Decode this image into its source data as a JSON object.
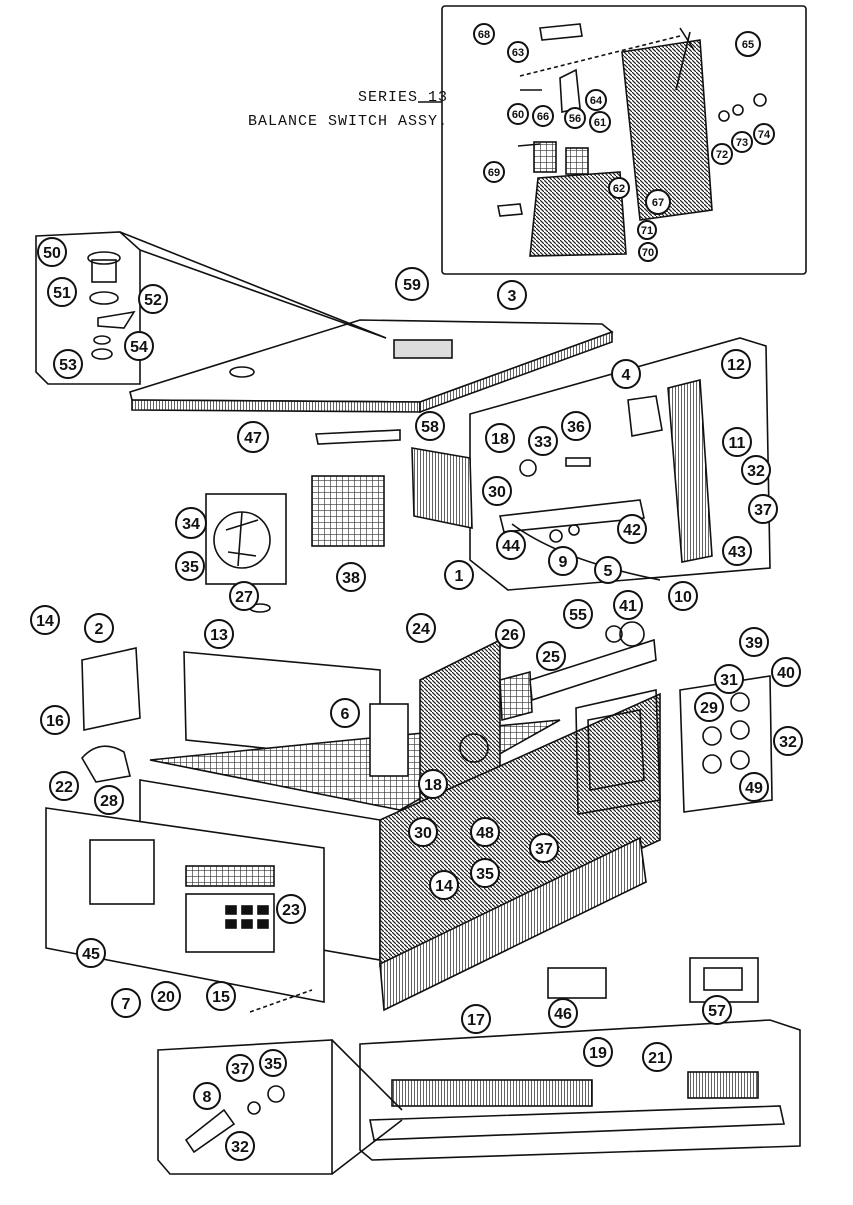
{
  "title": {
    "line1": "SERIES 13",
    "line2": "BALANCE SWITCH ASSY."
  },
  "callouts": [
    "68",
    "63",
    "65",
    "60",
    "66",
    "56",
    "61",
    "64",
    "72",
    "73",
    "74",
    "69",
    "62",
    "67",
    "71",
    "70",
    "50",
    "51",
    "52",
    "54",
    "53",
    "59",
    "3",
    "4",
    "12",
    "18",
    "33",
    "36",
    "11",
    "30",
    "32",
    "37",
    "42",
    "43",
    "44",
    "9",
    "5",
    "47",
    "58",
    "34",
    "35",
    "38",
    "27",
    "1",
    "14",
    "2",
    "13",
    "24",
    "26",
    "55",
    "41",
    "10",
    "39",
    "25",
    "40",
    "31",
    "29",
    "6",
    "16",
    "22",
    "28",
    "18",
    "32",
    "49",
    "30",
    "48",
    "37",
    "35",
    "14",
    "23",
    "45",
    "20",
    "7",
    "15",
    "17",
    "46",
    "57",
    "19",
    "21",
    "8",
    "37",
    "35",
    "32"
  ],
  "colors": {
    "ink": "#111111",
    "paper": "#ffffff",
    "shade": "#555555"
  }
}
